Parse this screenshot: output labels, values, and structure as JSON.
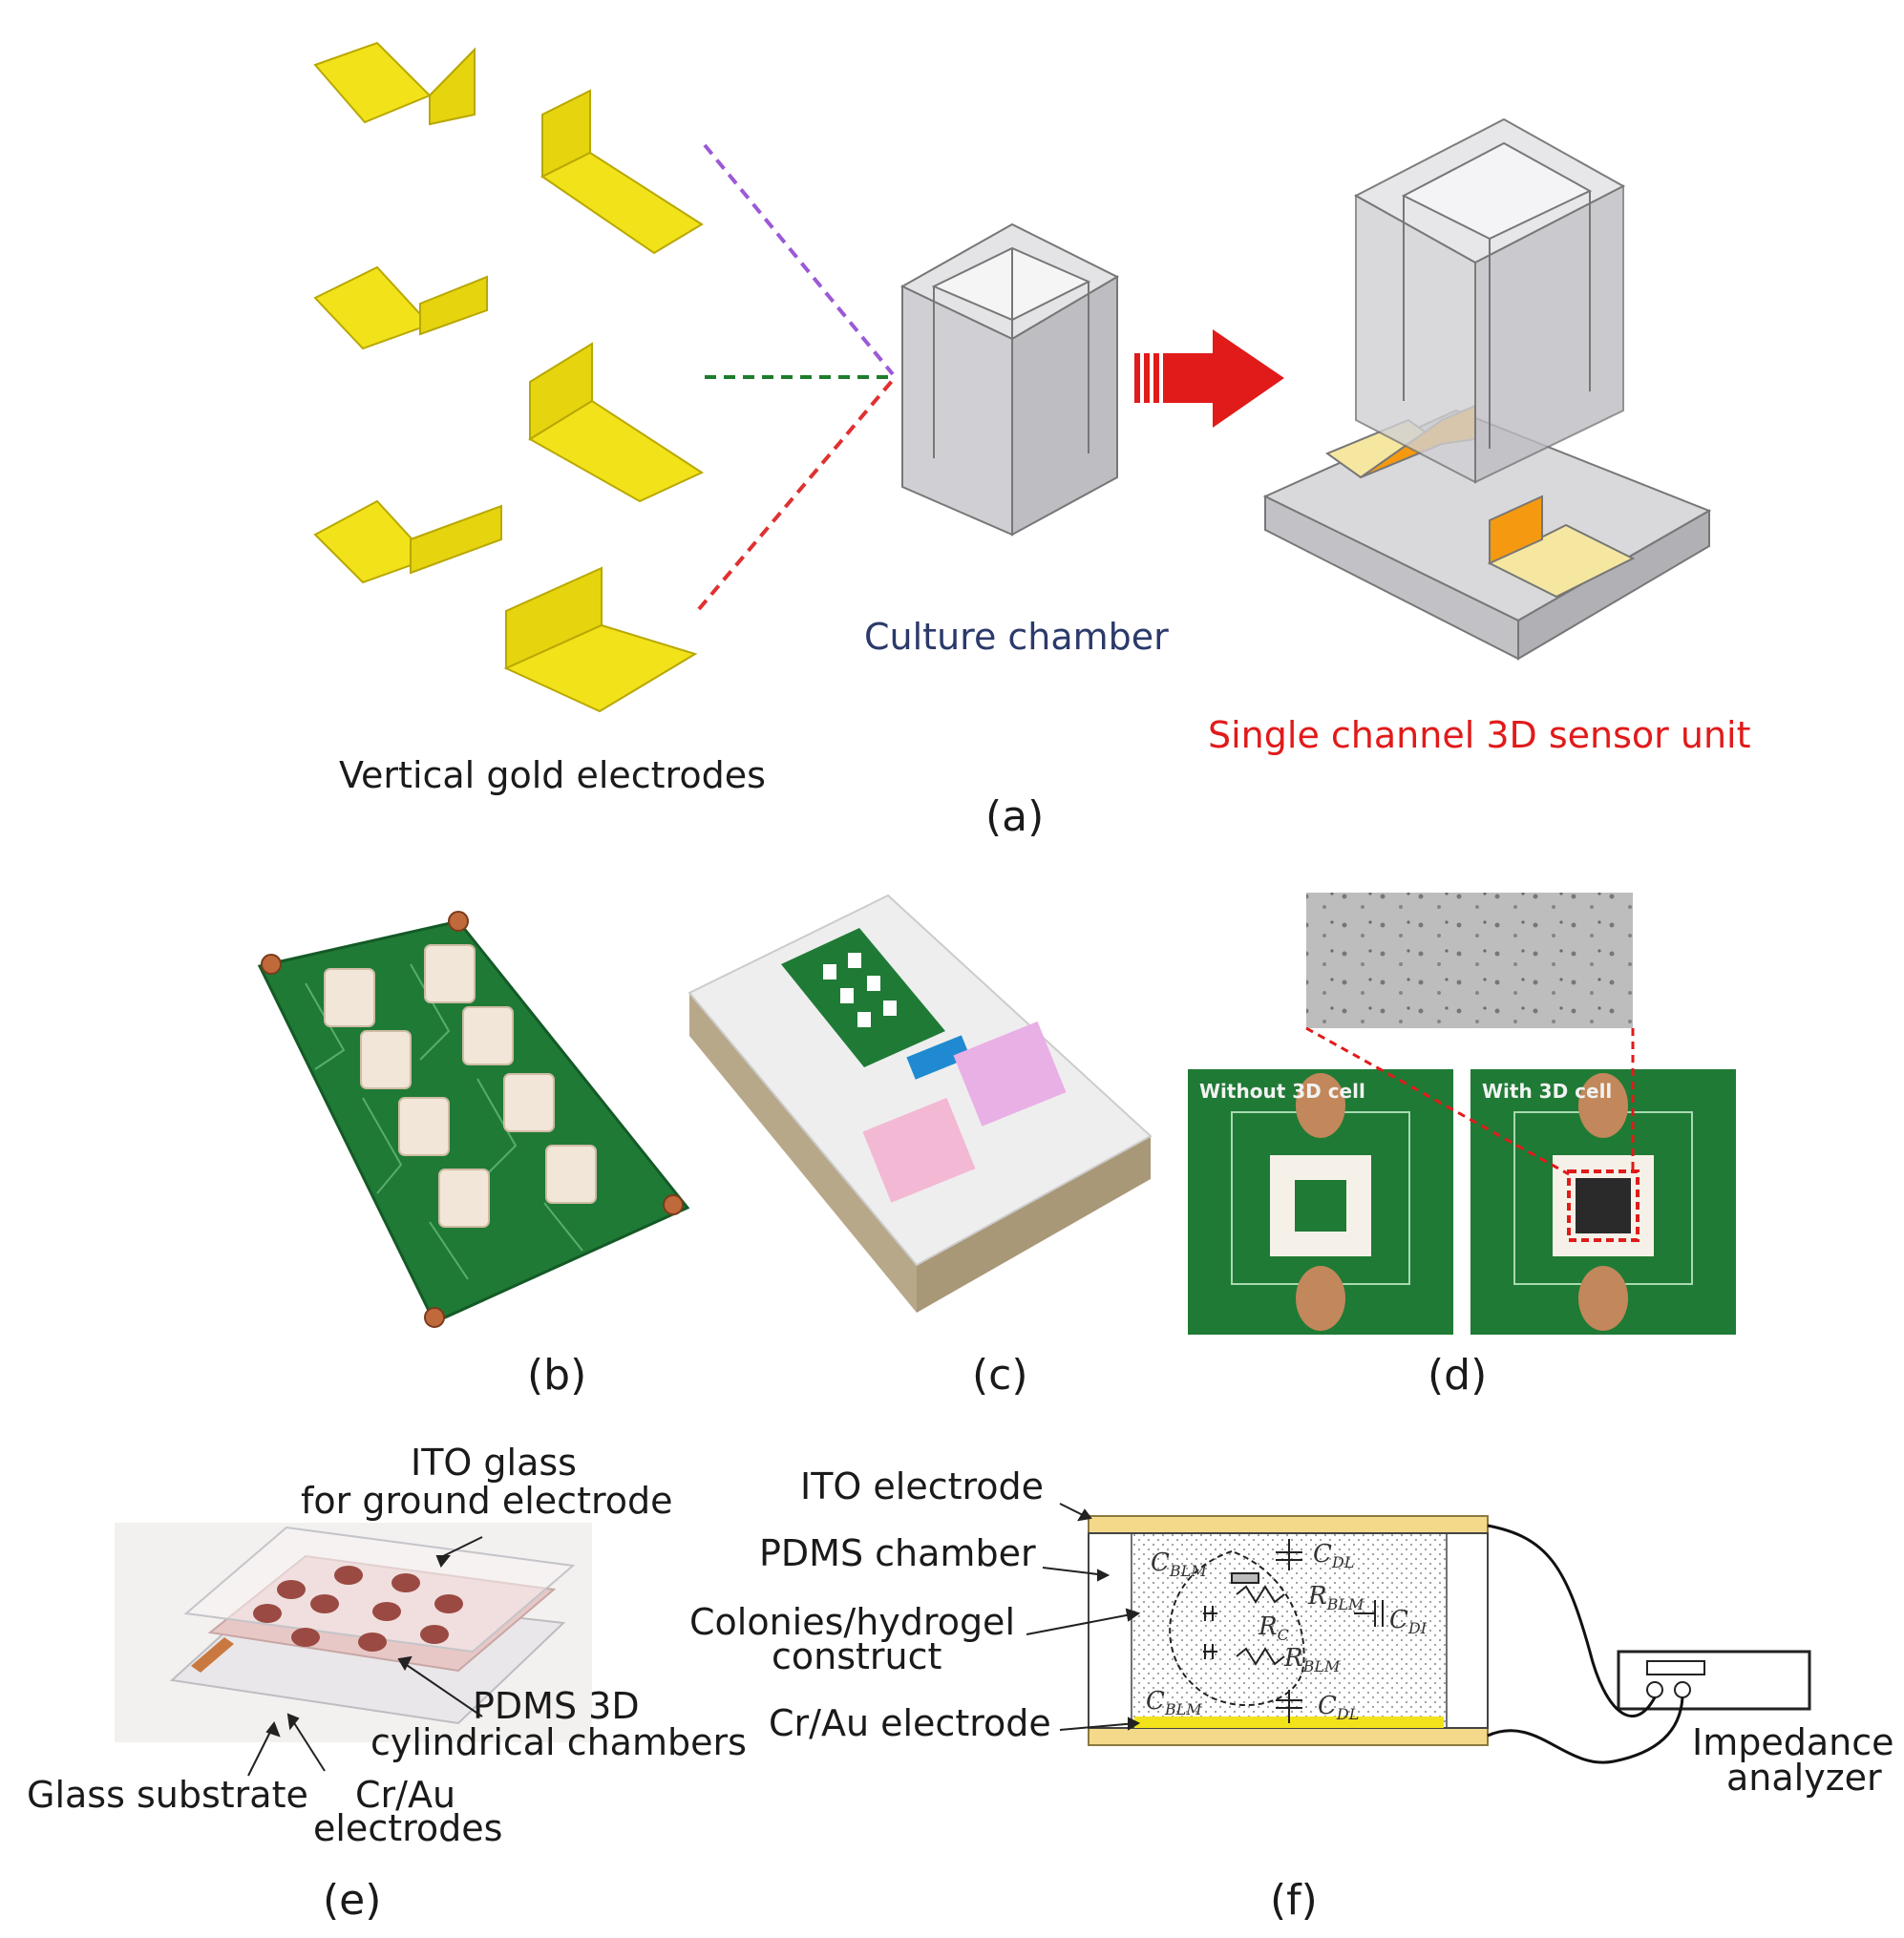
{
  "panel_a": {
    "electrodes_label": "Vertical gold electrodes",
    "chamber_label": "Culture chamber",
    "unit_label": "Single channel 3D sensor unit",
    "caption": "(a)"
  },
  "panel_b": {
    "caption": "(b)"
  },
  "panel_c": {
    "caption": "(c)"
  },
  "panel_d": {
    "caption": "(d)",
    "left_photo_label": "Without 3D cell",
    "right_photo_label": "With 3D cell"
  },
  "panel_e": {
    "caption": "(e)",
    "ito_line1": "ITO glass",
    "ito_line2": "for ground electrode",
    "pdms_line1": "PDMS 3D",
    "pdms_line2": "cylindrical chambers",
    "glass_label": "Glass substrate",
    "crau_line1": "Cr/Au",
    "crau_line2": "electrodes"
  },
  "panel_f": {
    "caption": "(f)",
    "ito_label": "ITO electrode",
    "pdms_label": "PDMS chamber",
    "colonies_line1": "Colonies/hydrogel",
    "colonies_line2": "construct",
    "crau_label": "Cr/Au electrode",
    "analyzer_line1": "Impedance",
    "analyzer_line2": "analyzer",
    "circuit": {
      "c_blm_top": "C",
      "c_blm_top_sub": "BLM",
      "c_dl_top": "C",
      "c_dl_top_sub": "DL",
      "r_blm_top": "R",
      "r_blm_top_sub": "BLM",
      "c_dl_right": "C",
      "c_dl_right_sub": "DI",
      "r_c": "R",
      "r_c_sub": "C",
      "r_blm_bot": "R",
      "r_blm_bot_sub": "BLM",
      "c_blm_bot": "C",
      "c_blm_bot_sub": "BLM",
      "c_dl_bot": "C",
      "c_dl_bot_sub": "DL"
    }
  },
  "colors": {
    "gold": "#f2e21a",
    "gold_dark": "#c9b400",
    "orange": "#f59a10",
    "pcb_green": "#1f7a35",
    "red": "#e11a1a",
    "navy": "#2b3a6b",
    "purple_dash": "#9b59d6",
    "green_dash": "#1e7d2c",
    "red_dash": "#e03030"
  }
}
